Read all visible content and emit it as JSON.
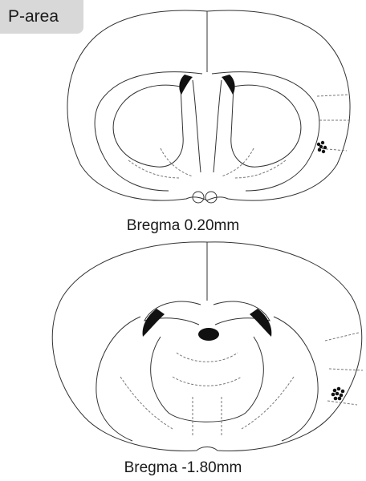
{
  "panel": {
    "label": "P-area"
  },
  "sections": [
    {
      "caption": "Bregma 0.20mm"
    },
    {
      "caption": "Bregma -1.80mm"
    }
  ],
  "colors": {
    "outline": "#333333",
    "dashed": "#777777",
    "filled": "#111111",
    "badge": "#d8d8d8"
  }
}
